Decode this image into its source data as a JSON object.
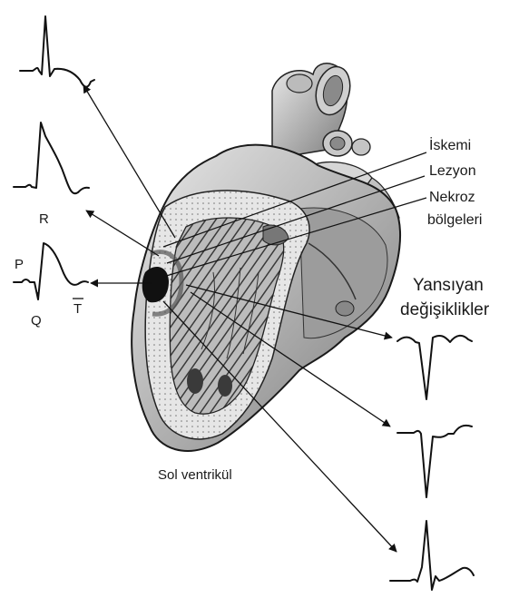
{
  "labels": {
    "iskemi": "İskemi",
    "lezyon": "Lezyon",
    "nekroz": "Nekroz",
    "bolgeleri": "bölgeleri",
    "yansiyan": "Yansıyan",
    "degisiklikler": "değişiklikler",
    "sol_ventrikul": "Sol ventrikül"
  },
  "waveform_labels": {
    "r": "R",
    "p": "P",
    "q": "Q",
    "t": "T"
  },
  "colors": {
    "ink": "#111111",
    "background": "#ffffff",
    "tissue": "#d8d8d8",
    "shadow": "#9a9a9a"
  }
}
